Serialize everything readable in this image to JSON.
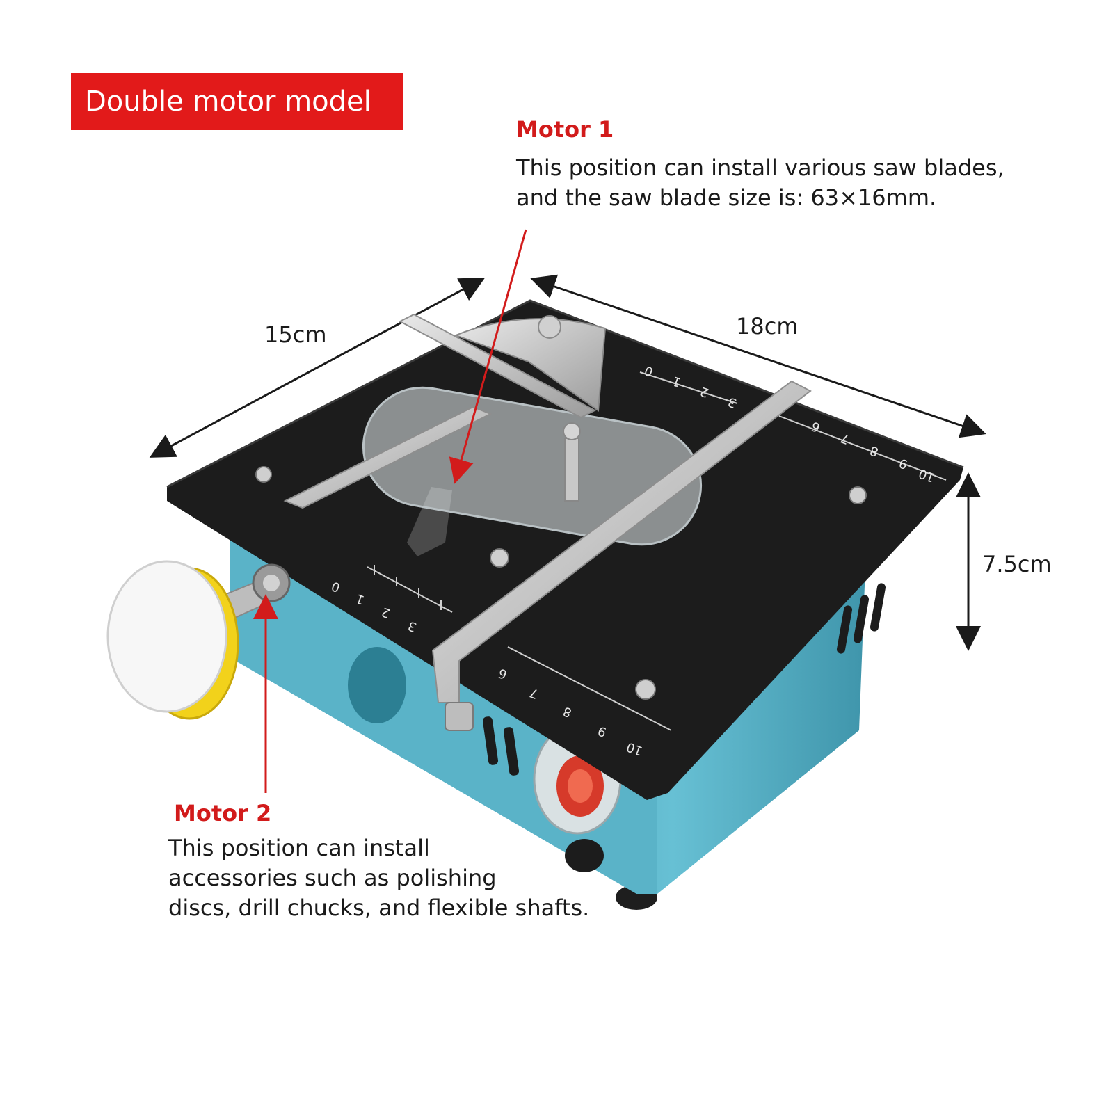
{
  "badge": {
    "label": "Double motor model",
    "color": "#e21a1a"
  },
  "motor1": {
    "title": "Motor 1",
    "lines": [
      "This position can install various saw blades,",
      "and the saw blade size is: 63×16mm."
    ]
  },
  "motor2": {
    "title": "Motor 2",
    "lines": [
      "This position can install",
      "accessories such as polishing",
      "discs, drill chucks, and flexible shafts."
    ]
  },
  "dimensions": {
    "depth": "15cm",
    "width": "18cm",
    "height": "7.5cm"
  },
  "rulers": {
    "front_fence": [
      "0",
      "1",
      "2",
      "3"
    ],
    "front_right": [
      "6",
      "7",
      "8",
      "9",
      "10"
    ],
    "back_fence": [
      "0",
      "1",
      "2",
      "3"
    ],
    "back_right": [
      "6",
      "7",
      "8",
      "9",
      "10"
    ]
  },
  "colors": {
    "body": "#5fb7cc",
    "table": "#1c1c1c",
    "accent": "#d21b1b",
    "pad": "#f2d21b"
  }
}
